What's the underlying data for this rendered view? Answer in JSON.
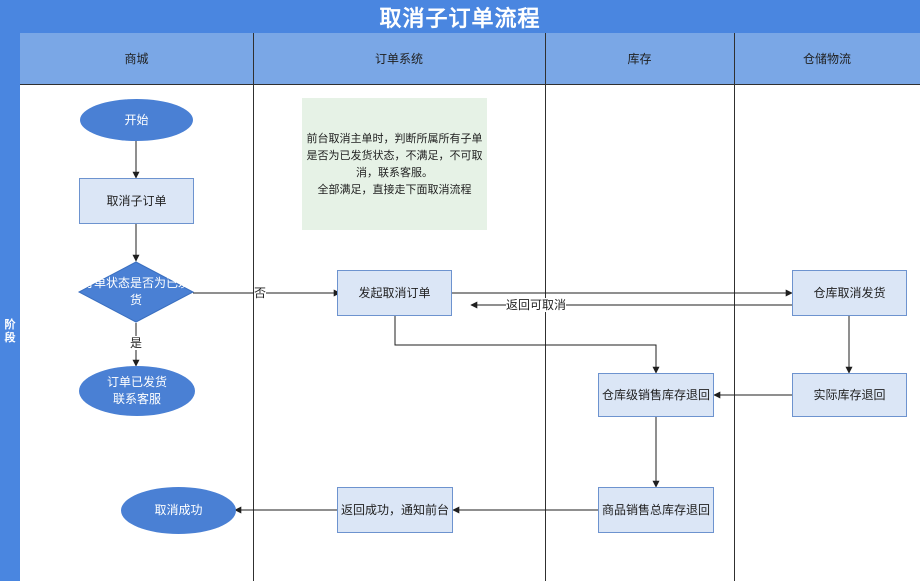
{
  "title": "取消子订单流程",
  "phase": "阶段",
  "lanes": [
    "商城",
    "订单系统",
    "库存",
    "仓储物流"
  ],
  "nodes": {
    "start": "开始",
    "cancel_sub_order": "取消子订单",
    "decision": "订单状态是否为已发货",
    "shipped": "订单已发货\n联系客服",
    "initiate_cancel": "发起取消订单",
    "warehouse_cancel": "仓库取消发货",
    "actual_return": "实际库存退回",
    "wh_sales_return": "仓库级销售库存退回",
    "total_sales_return": "商品销售总库存退回",
    "return_success": "返回成功，通知前台",
    "cancel_success": "取消成功"
  },
  "note": "前台取消主单时，判断所属所有子单是否为已发货状态，不满足，不可取消，联系客服。\n全部满足，直接走下面取消流程",
  "edge_labels": {
    "no": "否",
    "yes": "是",
    "return_cancellable": "返回可取消"
  },
  "colors": {
    "header": "#4a86e0",
    "lane_header": "#7aa7e6",
    "process_fill": "#dbe6f6",
    "terminal_fill": "#4a80d4",
    "note_fill": "#e6f2e6"
  }
}
